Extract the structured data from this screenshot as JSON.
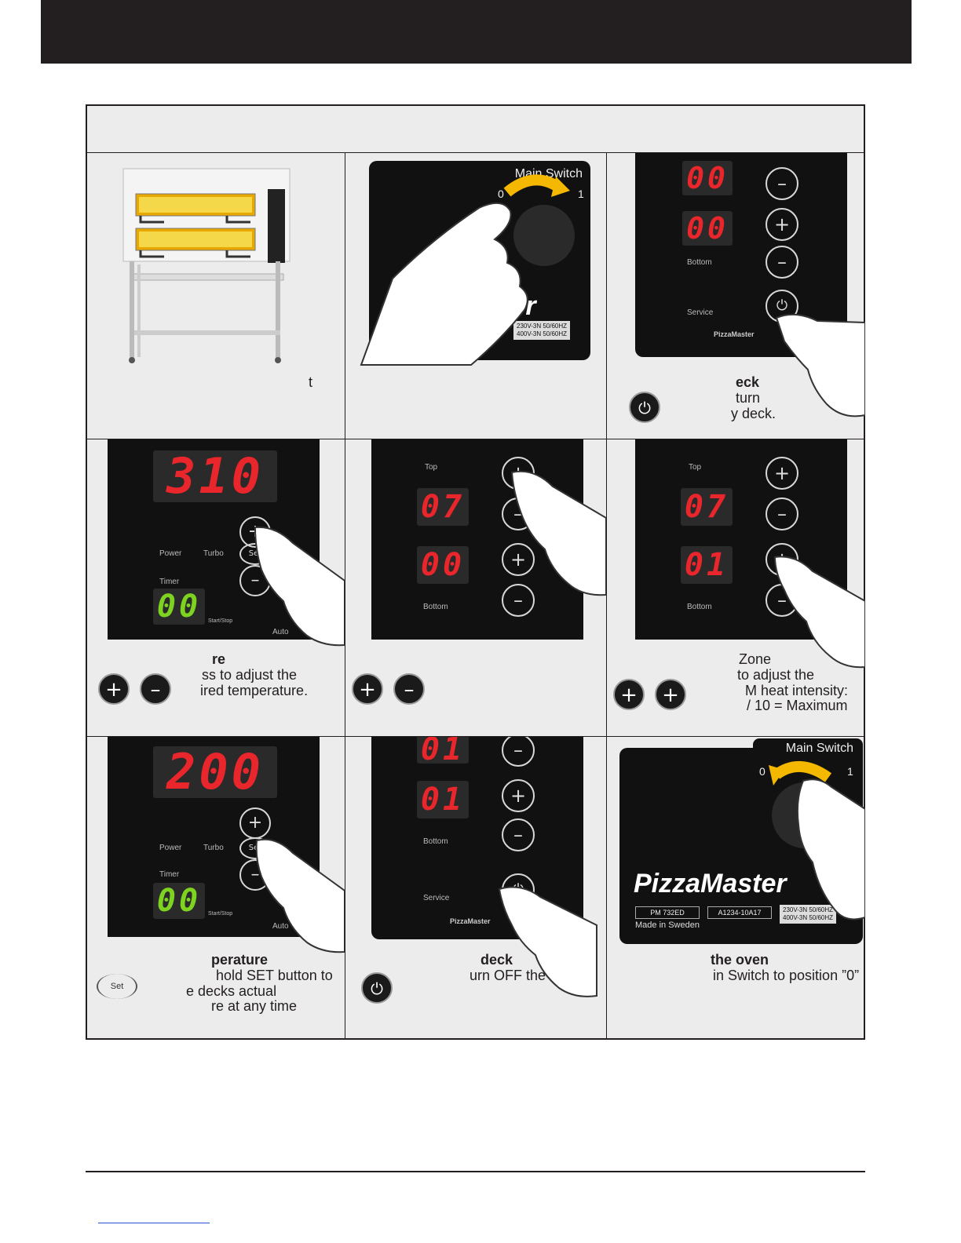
{
  "panels": {
    "main_switch_label": "Main Switch",
    "switch_off": "0",
    "switch_on": "1",
    "brand": "PizzaMaster",
    "model": "PM 732ED",
    "serial": "A1234-10A17",
    "voltage1": "230V-3N  50/60HZ",
    "voltage2": "400V-3N  50/60HZ",
    "made_in": "Made in Sweden",
    "top_label": "Top",
    "bottom_label": "Bottom",
    "service_label": "Service",
    "power_label": "Power",
    "turbo_label": "Turbo",
    "set_label": "Set",
    "timer_label": "Timer",
    "startstop_label": "Start/Stop",
    "auto_label": "Auto",
    "d_00": "00",
    "d_07": "07",
    "d_01": "01",
    "d_310": "310",
    "d_200": "200"
  },
  "steps": {
    "s1_text": "t",
    "s3_title": "eck",
    "s3_line1": "turn",
    "s3_line2": "y deck.",
    "s4_title": "re",
    "s4_line1": "ss to adjust the",
    "s4_line2": "ired temperature.",
    "s6_line0": "Zone",
    "s6_line1": "to adjust the",
    "s6_line2": "M heat intensity:",
    "s6_line3": "/  10 = Maximum",
    "s7_title": "perature",
    "s7_line1": "hold SET button to",
    "s7_line2": "e decks actual",
    "s7_line3": "re at any time",
    "s8_title": "deck",
    "s8_line1": "urn OFF the",
    "s9_title": "the oven",
    "s9_line1": "in Switch to position ”0”"
  },
  "icons": {
    "plus": "+",
    "minus": "–",
    "power": "⏻",
    "set": "Set"
  }
}
